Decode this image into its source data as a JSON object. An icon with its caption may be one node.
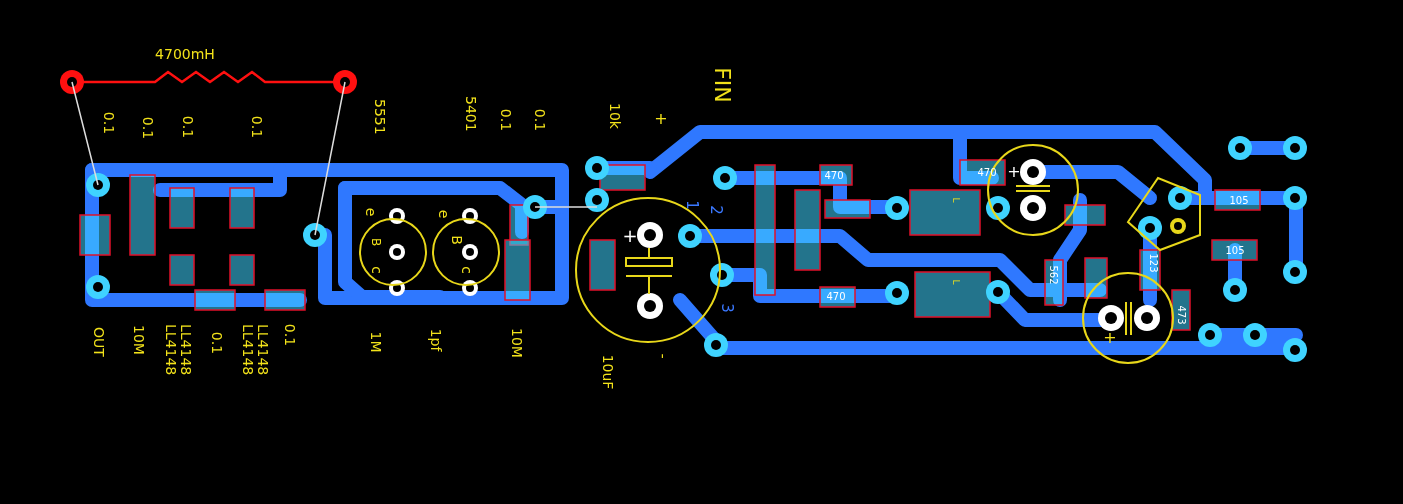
{
  "diagram": {
    "labels": [
      "4700mH",
      "FIN",
      "0.1",
      "0.1",
      "0.1",
      "0.1",
      "5551",
      "5401",
      "0.1",
      "0.1",
      "10k",
      "+",
      "e",
      "e",
      "B",
      "B",
      "c",
      "c",
      "1",
      "2",
      "+",
      "470",
      "470",
      "3",
      "-",
      "L",
      "L",
      "470",
      "+",
      "105",
      "105",
      "123",
      "562",
      "473",
      "+",
      "OUT",
      "10M",
      "LL4148 LL4148",
      "0.1",
      "LL4148 LL4148",
      "0.1",
      "1M",
      "1pf",
      "10M",
      "10uF"
    ]
  }
}
